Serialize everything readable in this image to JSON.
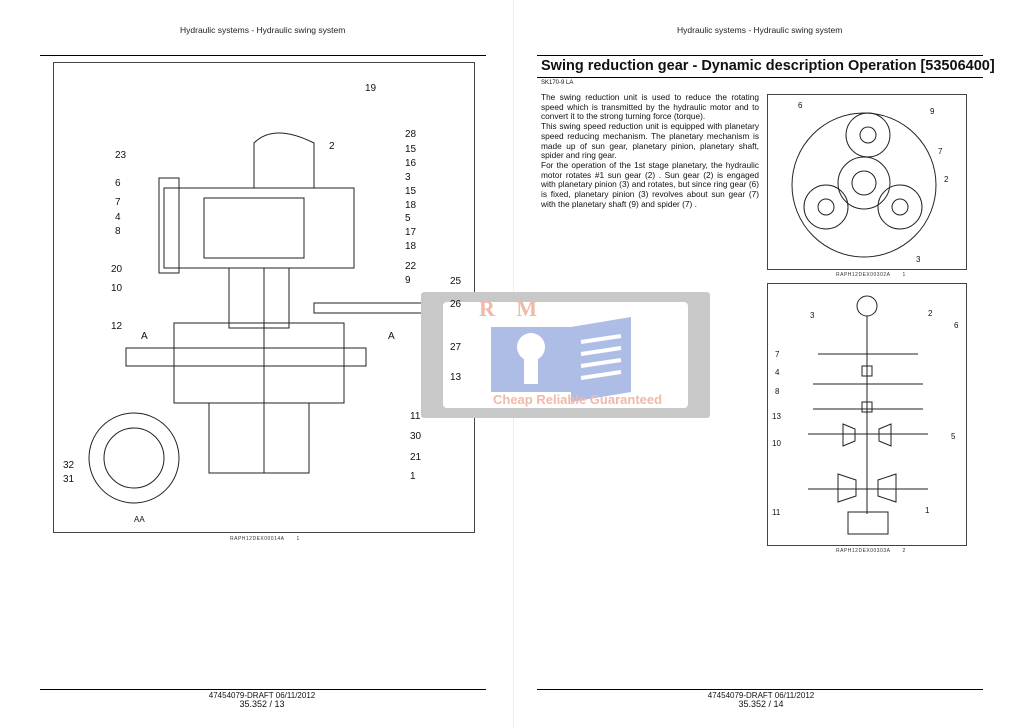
{
  "pages": [
    {
      "header": "Hydraulic systems - Hydraulic swing system",
      "footer_doc": "47454079-DRAFT 06/11/2012",
      "footer_page": "35.352 / 13",
      "figure": {
        "labels": [
          "19",
          "2",
          "28",
          "15",
          "16",
          "3",
          "15",
          "18",
          "5",
          "17",
          "18",
          "22",
          "9",
          "25",
          "26",
          "27",
          "13",
          "11",
          "30",
          "21",
          "1",
          "23",
          "6",
          "7",
          "4",
          "8",
          "20",
          "10",
          "12",
          "A",
          "A",
          "32",
          "31",
          "AA"
        ],
        "caption": "RAPH12DEX00014A",
        "number": "1"
      }
    },
    {
      "header": "Hydraulic systems - Hydraulic swing system",
      "footer_doc": "47454079-DRAFT 06/11/2012",
      "footer_page": "35.352 / 14",
      "title": "Swing reduction gear - Dynamic description Operation [53506400]",
      "model": "SK170-9 LA",
      "paragraphs": [
        "The swing reduction unit is used to reduce the rotating speed which is transmitted by the hydraulic motor and to convert it to the strong turning force (torque).",
        "This swing speed reduction unit is equipped with planetary speed reducing mechanism.  The planetary mechanism is made up of sun gear, planetary pinion, planetary shaft, spider and ring gear.",
        "For the operation of the 1st stage planetary, the hydraulic motor rotates #1 sun gear (2) .  Sun gear (2) is engaged with planetary pinion (3) and rotates, but since ring gear (6) is fixed, planetary pinion (3) revolves about sun gear (7) with the planetary shaft (9) and spider (7) ."
      ],
      "figure1": {
        "labels": [
          "6",
          "9",
          "7",
          "2",
          "3"
        ],
        "caption": "RAPH12DEX00302A",
        "number": "1"
      },
      "figure2": {
        "labels": [
          "3",
          "2",
          "6",
          "7",
          "4",
          "8",
          "5",
          "13",
          "10",
          "11",
          "1"
        ],
        "caption": "RAPH12DEX00303A",
        "number": "2"
      }
    }
  ],
  "watermark": {
    "logo": "R M",
    "tagline": "Cheap Reliable Guaranteed"
  }
}
